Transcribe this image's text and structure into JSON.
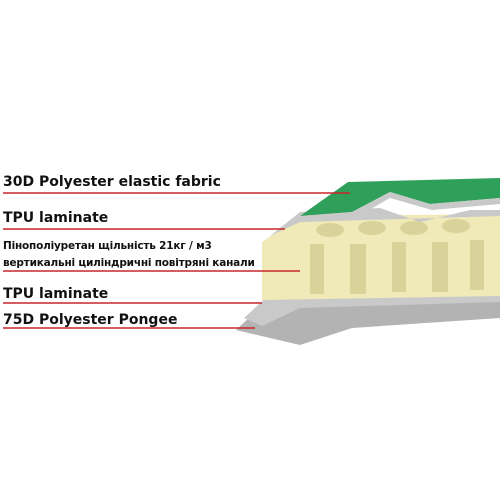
{
  "layers": [
    {
      "label": "30D Polyester elastic fabric"
    },
    {
      "label": "TPU laminate"
    },
    {
      "label": "Пінополіуретан щільність 21кг / м3"
    },
    {
      "label": "вертикальні циліндричні повітряні канали"
    },
    {
      "label": "TPU laminate"
    },
    {
      "label": "75D Polyester Pongee"
    }
  ],
  "colors": {
    "fabric_green": "#2fa05a",
    "foam_yellow": "#efeab8",
    "foam_shadow": "#d9d39a",
    "laminate_gray": "#c9c9c9",
    "pongee_gray": "#b3b3b3",
    "leader_red": "#c8262c"
  }
}
